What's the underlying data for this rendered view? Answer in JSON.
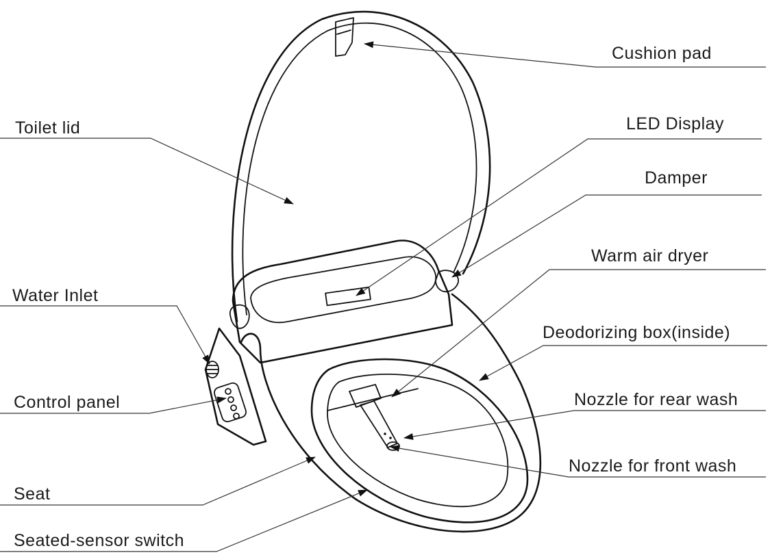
{
  "labels": {
    "cushion_pad": "Cushion pad",
    "toilet_lid": "Toilet lid",
    "led_display": "LED  Display",
    "damper": "Damper",
    "warm_air_dryer": "Warm air dryer",
    "water_inlet": "Water Inlet",
    "deodorizing_box": "Deodorizing box(inside)",
    "control_panel": "Control panel",
    "nozzle_rear": "Nozzle for rear wash",
    "nozzle_front": "Nozzle for front wash",
    "seat": "Seat",
    "seated_sensor": "Seated-sensor switch"
  }
}
